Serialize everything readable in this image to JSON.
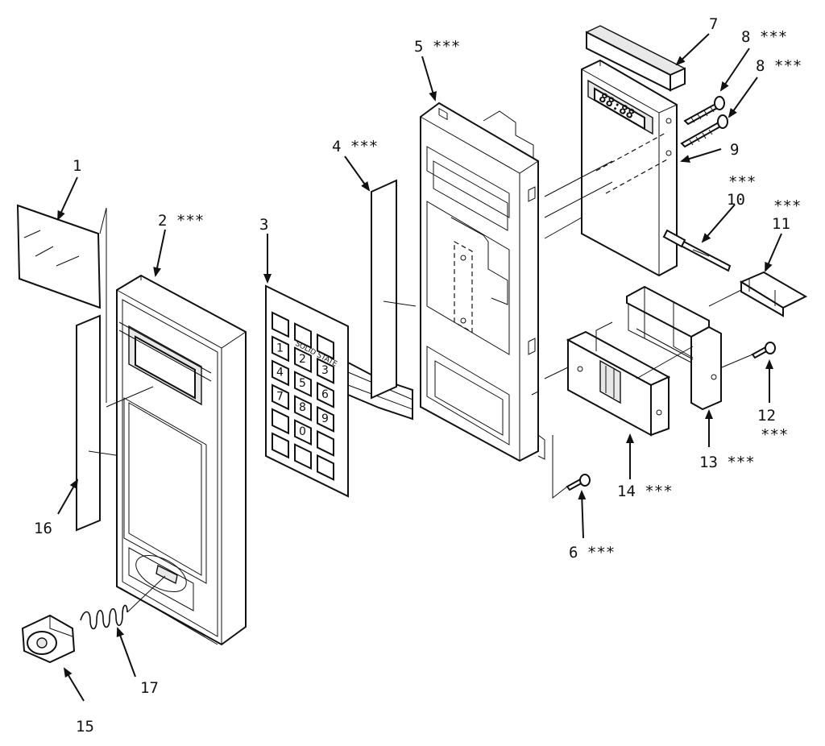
{
  "parts": [
    {
      "id": "1",
      "label": "1"
    },
    {
      "id": "2",
      "label": "2 ***"
    },
    {
      "id": "3",
      "label": "3"
    },
    {
      "id": "4",
      "label": "4 ***"
    },
    {
      "id": "5",
      "label": "5 ***"
    },
    {
      "id": "6",
      "label": "6 ***"
    },
    {
      "id": "7",
      "label": "7"
    },
    {
      "id": "8a",
      "label": "8 ***"
    },
    {
      "id": "8b",
      "label": "8 ***"
    },
    {
      "id": "9",
      "label": "9"
    },
    {
      "id": "10",
      "label": "10",
      "mark": "***"
    },
    {
      "id": "11",
      "label": "11",
      "mark": "***"
    },
    {
      "id": "12",
      "label": "12",
      "mark": "***"
    },
    {
      "id": "13",
      "label": "13 ***"
    },
    {
      "id": "14",
      "label": "14 ***"
    },
    {
      "id": "15",
      "label": "15"
    },
    {
      "id": "16",
      "label": "16"
    },
    {
      "id": "17",
      "label": "17"
    }
  ],
  "keypad": {
    "brand": "SOLID STATE",
    "digits": [
      "1",
      "2",
      "3",
      "4",
      "5",
      "6",
      "7",
      "8",
      "9",
      "0"
    ]
  },
  "display_readout": "88:88"
}
